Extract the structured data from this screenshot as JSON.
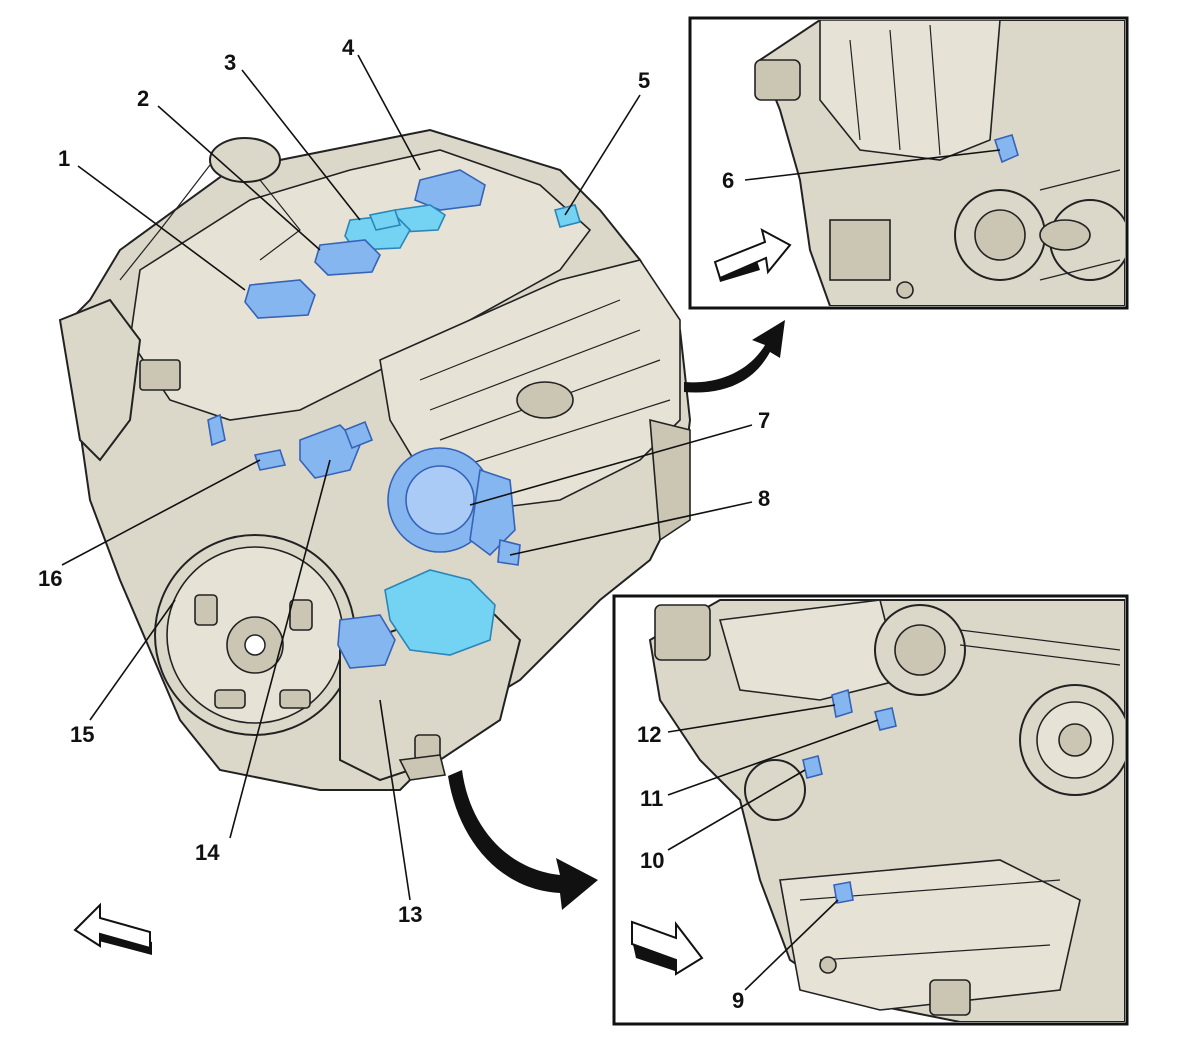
{
  "callouts": [
    {
      "id": "1",
      "text": "1"
    },
    {
      "id": "2",
      "text": "2"
    },
    {
      "id": "3",
      "text": "3"
    },
    {
      "id": "4",
      "text": "4"
    },
    {
      "id": "5",
      "text": "5"
    },
    {
      "id": "6",
      "text": "6"
    },
    {
      "id": "7",
      "text": "7"
    },
    {
      "id": "8",
      "text": "8"
    },
    {
      "id": "9",
      "text": "9"
    },
    {
      "id": "10",
      "text": "10"
    },
    {
      "id": "11",
      "text": "11"
    },
    {
      "id": "12",
      "text": "12"
    },
    {
      "id": "13",
      "text": "13"
    },
    {
      "id": "14",
      "text": "14"
    },
    {
      "id": "15",
      "text": "15"
    },
    {
      "id": "16",
      "text": "16"
    }
  ],
  "colors": {
    "engine_fill": "#dcd8c9",
    "highlight_blue": "#86b6f0",
    "highlight_cyan": "#74d2f2",
    "outline": "#222222"
  },
  "icons": [
    "curved-arrow",
    "direction-arrow"
  ]
}
